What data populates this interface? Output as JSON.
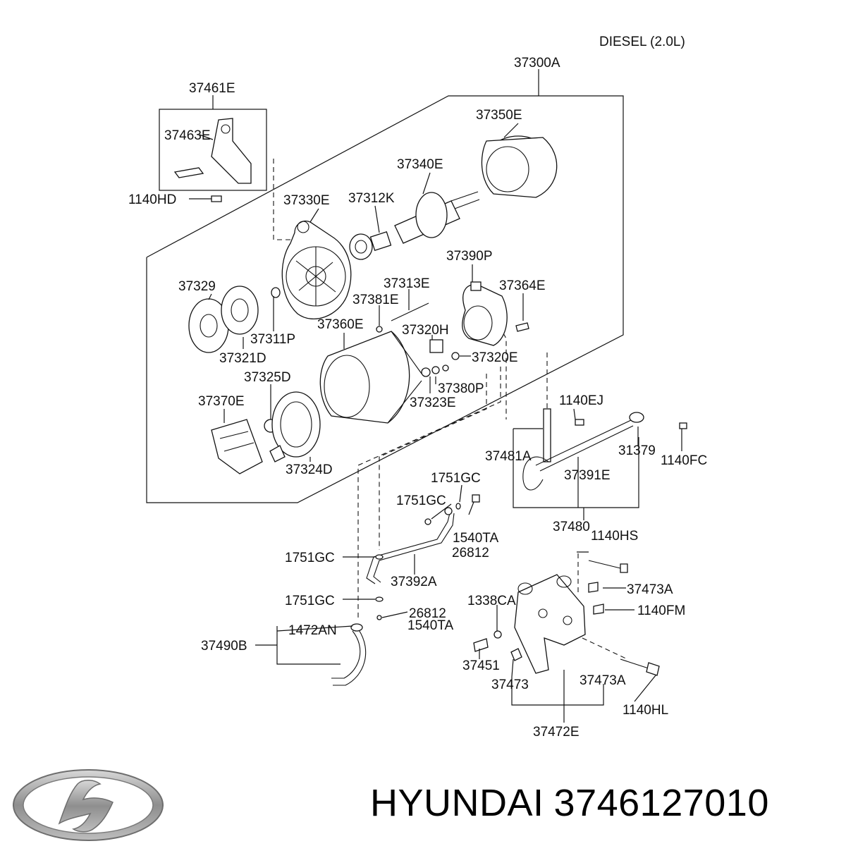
{
  "header": {
    "engine": "DIESEL (2.0L)"
  },
  "labels": {
    "l37300A": "37300A",
    "l37461E": "37461E",
    "l37463E": "37463E",
    "l1140HD": "1140HD",
    "l37350E": "37350E",
    "l37340E": "37340E",
    "l37330E": "37330E",
    "l37312K": "37312K",
    "l37390P": "37390P",
    "l37329": "37329",
    "l37313E": "37313E",
    "l37364E": "37364E",
    "l37381E": "37381E",
    "l37360E": "37360E",
    "l37320H": "37320H",
    "l37311P": "37311P",
    "l37321D": "37321D",
    "l37320E": "37320E",
    "l37325D": "37325D",
    "l37380P": "37380P",
    "l37323E": "37323E",
    "l37370E": "37370E",
    "l1140EJ": "1140EJ",
    "l37481A": "37481A",
    "l31379": "31379",
    "l1140FC": "1140FC",
    "l37324D": "37324D",
    "l37391E": "37391E",
    "l1751GC_a": "1751GC",
    "l1751GC_b": "1751GC",
    "l1540TA_a": "1540TA",
    "l26812_a": "26812",
    "l37480": "37480",
    "l1140HS": "1140HS",
    "l1751GC_c": "1751GC",
    "l37392A": "37392A",
    "l37473A_a": "37473A",
    "l1751GC_d": "1751GC",
    "l1338CA": "1338CA",
    "l1140FM": "1140FM",
    "l26812_b": "26812",
    "l1472AN": "1472AN",
    "l1540TA_b": "1540TA",
    "l37490B": "37490B",
    "l37451": "37451",
    "l37473": "37473",
    "l37473A_b": "37473A",
    "l1140HL": "1140HL",
    "l37472E": "37472E"
  },
  "footer": {
    "brand": "HYUNDAI",
    "part_number": "3746127010"
  },
  "icons": {
    "logo": "hyundai-logo-icon"
  },
  "colors": {
    "ink": "#111111",
    "background": "#ffffff",
    "logo_gray": "#9a9a9a"
  }
}
